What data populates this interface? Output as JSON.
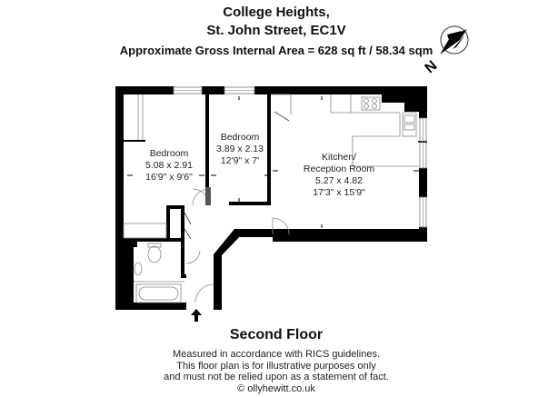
{
  "header": {
    "line1": "College Heights,",
    "line2": "St. John Street, EC1V",
    "area": "Approximate Gross Internal Area = 628 sq ft / 58.34 sqm"
  },
  "compass": {
    "icon": "north-arrow-icon",
    "label": "N"
  },
  "rooms": [
    {
      "name": "Bedroom",
      "metric": "5.08 x 2.91",
      "imperial": "16'9\" x 9'6\""
    },
    {
      "name": "Bedroom",
      "metric": "3.89 x 2.13",
      "imperial": "12'9\" x 7'"
    },
    {
      "name_line1": "Kitchen/",
      "name_line2": "Reception Room",
      "metric": "5.27 x 4.82",
      "imperial": "17'3\" x 15'9\""
    }
  ],
  "floor_label": "Second Floor",
  "disclaimer": [
    "Measured in accordance with RICS guidelines.",
    "This floor plan is for illustrative purposes only",
    "and must not be relied upon as a statement of fact.",
    "© ollyhewitt.co.uk"
  ],
  "colors": {
    "wall": "#000000",
    "line": "#555555",
    "background": "#ffffff"
  }
}
